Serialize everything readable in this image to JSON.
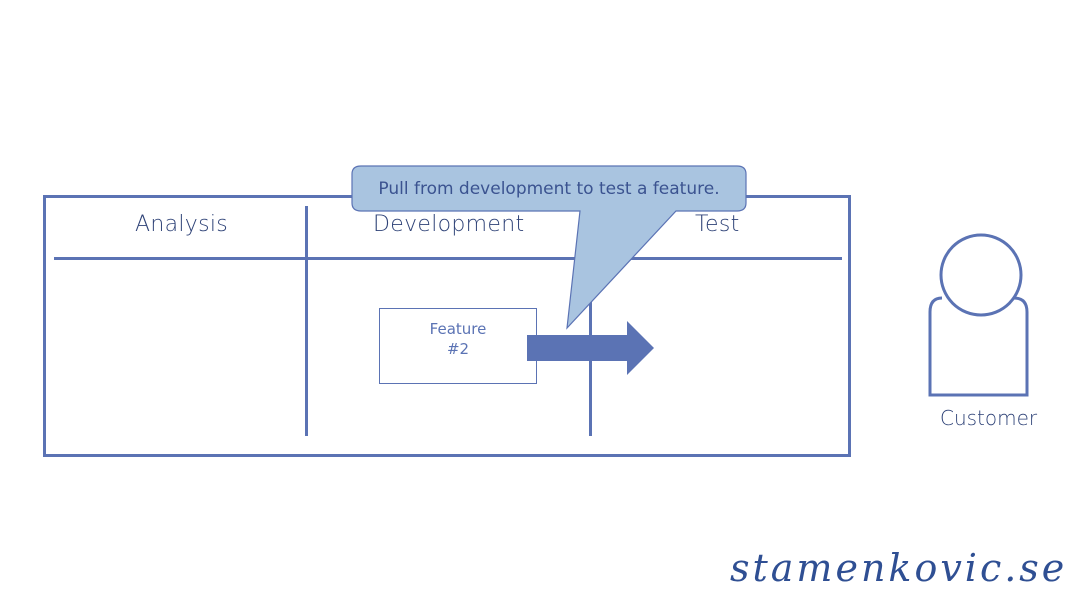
{
  "board": {
    "columns": [
      {
        "label": "Analysis"
      },
      {
        "label": "Development"
      },
      {
        "label": "Test"
      }
    ]
  },
  "card": {
    "line1": "Feature",
    "line2": "#2"
  },
  "callout": {
    "text": "Pull from development to test a feature."
  },
  "customer": {
    "label": "Customer"
  },
  "brand": {
    "text": "stamenkovic.se"
  },
  "colors": {
    "line": "#5b73b4",
    "arrow": "#5b73b4",
    "callout_fill": "#a9c4e0",
    "callout_border": "#5b73b4",
    "text": "#2e4277"
  },
  "icons": {
    "pull_arrow": "right-arrow-icon",
    "customer": "person-icon"
  }
}
